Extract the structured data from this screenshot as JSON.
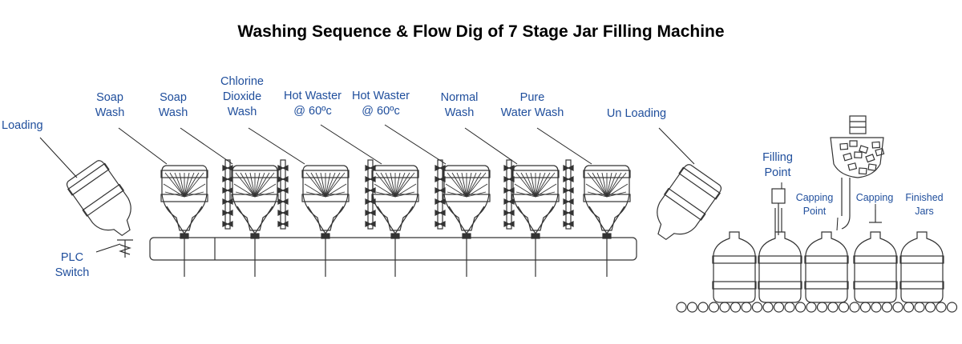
{
  "title": "Washing Sequence & Flow Dig of 7 Stage Jar Filling Machine",
  "labels": {
    "loading": "Loading",
    "plc_switch": [
      "PLC",
      "Switch"
    ],
    "soap_wash_1": [
      "Soap",
      "Wash"
    ],
    "soap_wash_2": [
      "Soap",
      "Wash"
    ],
    "chlorine_dioxide_wash": [
      "Chlorine",
      "Dioxide",
      "Wash"
    ],
    "hot_water_1": [
      "Hot Waster",
      "@ 60ºc"
    ],
    "hot_water_2": [
      "Hot Waster",
      "@ 60ºc"
    ],
    "normal_wash": [
      "Normal",
      "Wash"
    ],
    "pure_water_wash": [
      "Pure",
      "Water Wash"
    ],
    "unloading": "Un Loading",
    "filling_point": [
      "Filling",
      "Point"
    ],
    "capping_point": [
      "Capping",
      "Point"
    ],
    "capping": "Capping",
    "finished_jars": [
      "Finished",
      "Jars"
    ]
  },
  "colors": {
    "label": "#1f4e9c",
    "line": "#333333"
  }
}
